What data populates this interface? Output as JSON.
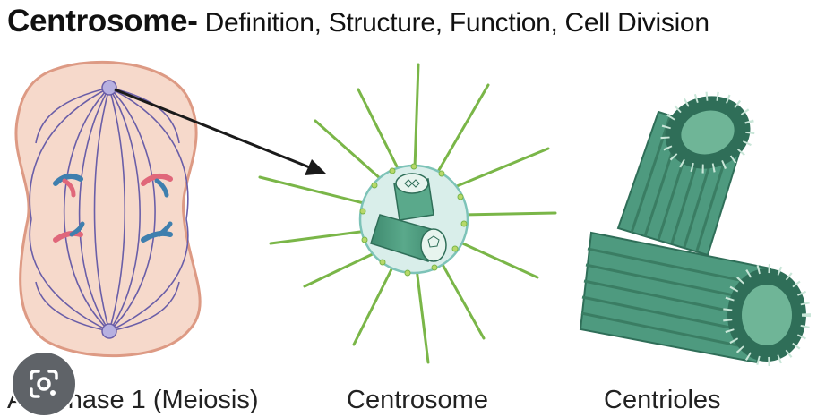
{
  "title": {
    "bold": "Centrosome-",
    "rest": " Definition, Structure, Function, Cell Division"
  },
  "captions": {
    "anaphase": "Anaphase 1 (Meiosis)",
    "centrosome": "Centrosome",
    "centrioles": "Centrioles"
  },
  "colors": {
    "cell_fill": "#f6d9cb",
    "cell_border": "#dd9a84",
    "spindle": "#6a5ea8",
    "chrom_blue": "#3f7fae",
    "chrom_red": "#e0677a",
    "ray": "#7ab648",
    "centrosome_fill": "#d9eeea",
    "centrosome_border": "#7dc3b8",
    "centriole": "#4e9a7f",
    "centriole_dark": "#2f6e58",
    "bead": "#c9e6d8",
    "arrow": "#1a1a1a",
    "lens_bg": "#5f6368"
  },
  "icons": {
    "arrow": "pointer-arrow",
    "lens": "google-lens-icon"
  }
}
